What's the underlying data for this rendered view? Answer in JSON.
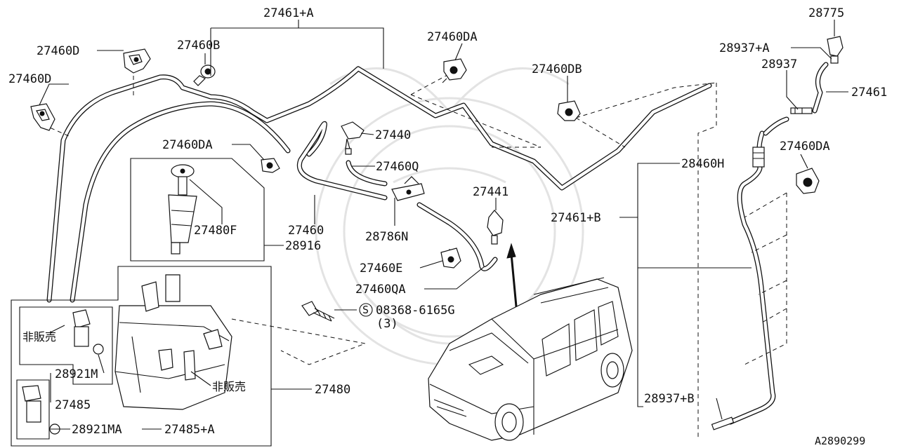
{
  "diagram": {
    "reference_code": "A2890299",
    "labels": {
      "l_27461_A": "27461+A",
      "l_28775": "28775",
      "l_27460D_top": "27460D",
      "l_27460B": "27460B",
      "l_27460DA_top": "27460DA",
      "l_28937_A": "28937+A",
      "l_28937": "28937",
      "l_27460D_left": "27460D",
      "l_27460DB": "27460DB",
      "l_27461": "27461",
      "l_27440": "27440",
      "l_27460DA_mid": "27460DA",
      "l_27460DA_right": "27460DA",
      "l_27460Q": "27460Q",
      "l_28460H": "28460H",
      "l_27441": "27441",
      "l_27480F": "27480F",
      "l_27460": "27460",
      "l_27461_B": "27461+B",
      "l_28786N": "28786N",
      "l_28916": "28916",
      "l_27460E": "27460E",
      "l_27460QA": "27460QA",
      "l_bolt": "08368-6165G",
      "l_bolt_qty": "(3)",
      "l_hanbai_1": "非販売",
      "l_28921M": "28921M",
      "l_hanbai_2": "非販売",
      "l_27480": "27480",
      "l_27485": "27485",
      "l_28937_B": "28937+B",
      "l_28921MA": "28921MA",
      "l_27485_A": "27485+A"
    }
  }
}
